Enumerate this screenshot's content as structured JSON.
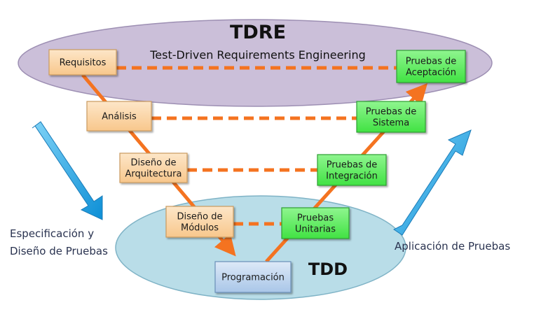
{
  "tdre": {
    "title": "TDRE",
    "subtitle": "Test-Driven Requirements Engineering"
  },
  "tdd": {
    "title": "TDD"
  },
  "left_phases": [
    {
      "lines": [
        "Requisitos"
      ]
    },
    {
      "lines": [
        "Análisis"
      ]
    },
    {
      "lines": [
        "Diseño de",
        "Arquitectura"
      ]
    },
    {
      "lines": [
        "Diseño de",
        "Módulos"
      ]
    }
  ],
  "center_phase": {
    "lines": [
      "Programación"
    ]
  },
  "right_phases": [
    {
      "lines": [
        "Pruebas",
        "Unitarias"
      ]
    },
    {
      "lines": [
        "Pruebas de",
        "Integración"
      ]
    },
    {
      "lines": [
        "Pruebas de",
        "Sistema"
      ]
    },
    {
      "lines": [
        "Pruebas de",
        "Aceptación"
      ]
    }
  ],
  "side_labels": {
    "left": [
      "Especificación y",
      "Diseño de Pruebas"
    ],
    "right": [
      "Aplicación de Pruebas"
    ]
  },
  "colors": {
    "tdre_ellipse": "#cbbfd9",
    "tdd_ellipse": "#b9dde8",
    "left_box": "#fcd9b0",
    "right_box": "#6ef070",
    "center_box": "#c7dcf2",
    "connector": "#f47320",
    "side_arrow": "#1aa3e6"
  }
}
